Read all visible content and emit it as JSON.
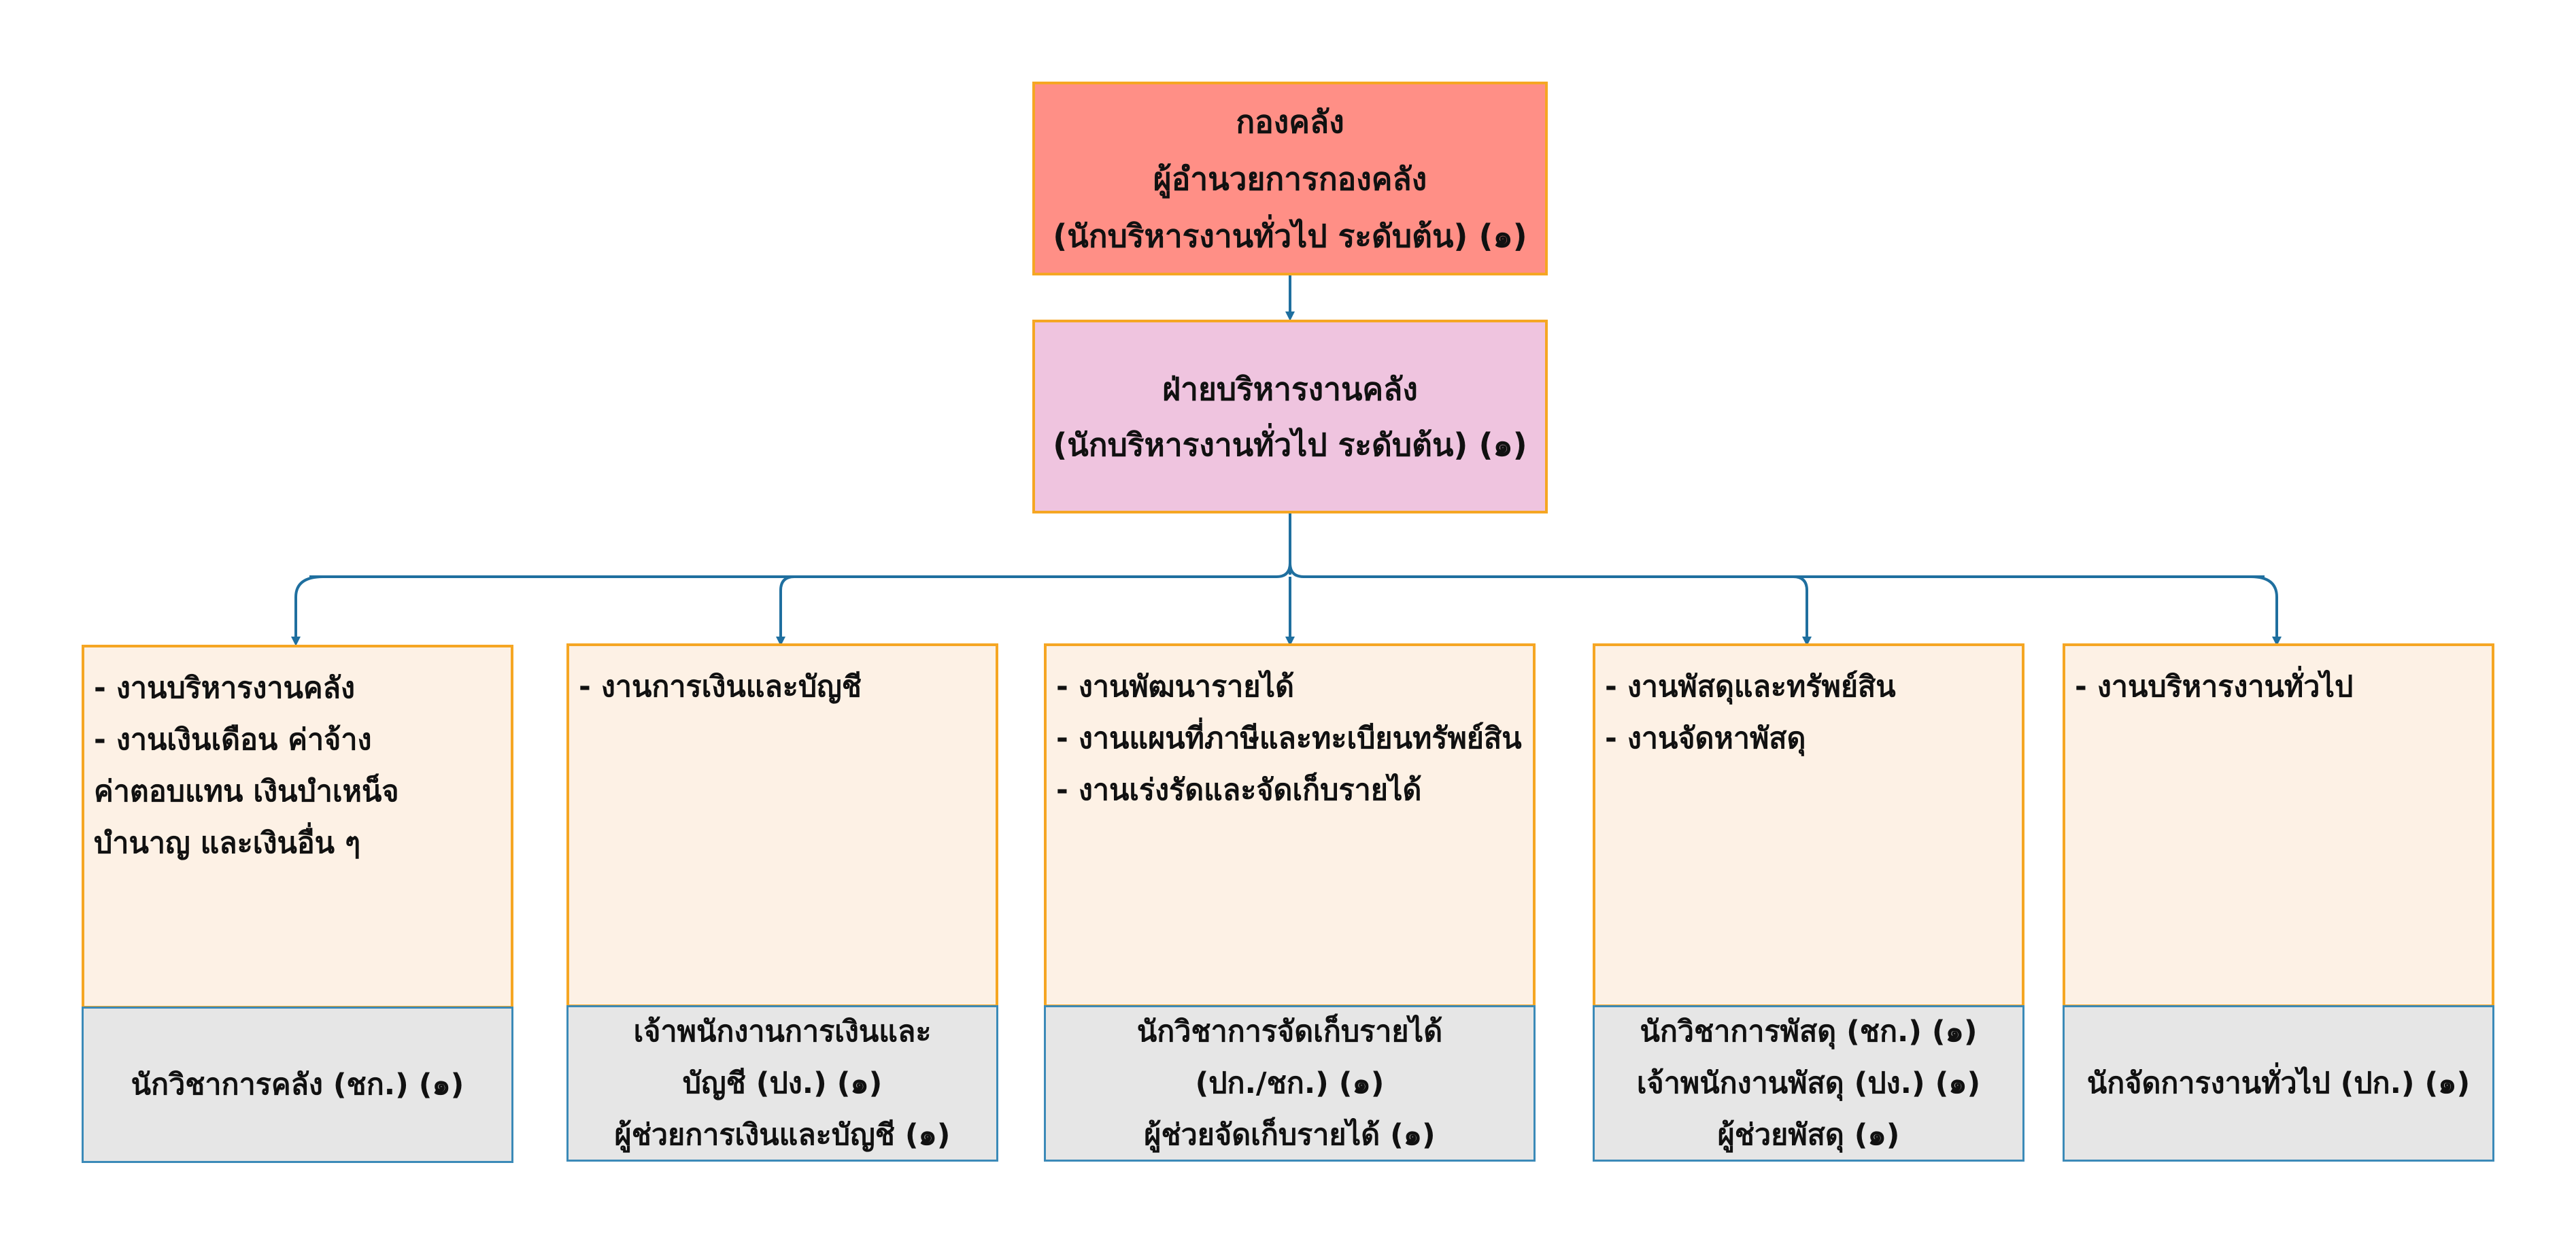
{
  "top": {
    "lines": [
      "กองคลัง",
      "ผู้อำนวยการกองคลัง",
      "(นักบริหารงานทั่วไป ระดับต้น) (๑)"
    ]
  },
  "second": {
    "lines": [
      "ฝ่ายบริหารงานคลัง",
      "(นักบริหารงานทั่วไป ระดับต้น) (๑)"
    ]
  },
  "departments": [
    {
      "duties": [
        "- งานบริหารงานคลัง",
        "- งานเงินเดือน ค่าจ้าง",
        "ค่าตอบแทน เงินบำเหน็จ",
        "บำนาญ และเงินอื่น ๆ"
      ],
      "staff": [
        "นักวิชาการคลัง (ชก.) (๑)"
      ]
    },
    {
      "duties": [
        "- งานการเงินและบัญชี"
      ],
      "staff": [
        "เจ้าพนักงานการเงินและ",
        "บัญชี (ปง.) (๑)",
        "ผู้ช่วยการเงินและบัญชี (๑)"
      ]
    },
    {
      "duties": [
        "- งานพัฒนารายได้",
        "- งานแผนที่ภาษีและทะเบียนทรัพย์สิน",
        "- งานเร่งรัดและจัดเก็บรายได้"
      ],
      "staff": [
        "นักวิชาการจัดเก็บรายได้",
        "(ปก./ชก.) (๑)",
        "ผู้ช่วยจัดเก็บรายได้ (๑)"
      ]
    },
    {
      "duties": [
        "- งานพัสดุและทรัพย์สิน",
        "- งานจัดหาพัสดุ"
      ],
      "staff": [
        "นักวิชาการพัสดุ (ชก.) (๑)",
        "เจ้าพนักงานพัสดุ (ปง.) (๑)",
        "ผู้ช่วยพัสดุ (๑)"
      ]
    },
    {
      "duties": [
        "- งานบริหารงานทั่วไป"
      ],
      "staff": [
        "นักจัดการงานทั่วไป (ปก.) (๑)"
      ]
    }
  ],
  "colors": {
    "top_fill": "#ff8f86",
    "second_fill": "#efc4df",
    "dept_fill": "#fdf1e5",
    "staff_fill": "#e6e6e6",
    "box_border": "#f5a623",
    "staff_border": "#3b8ab8",
    "connector": "#1f6f9f"
  }
}
